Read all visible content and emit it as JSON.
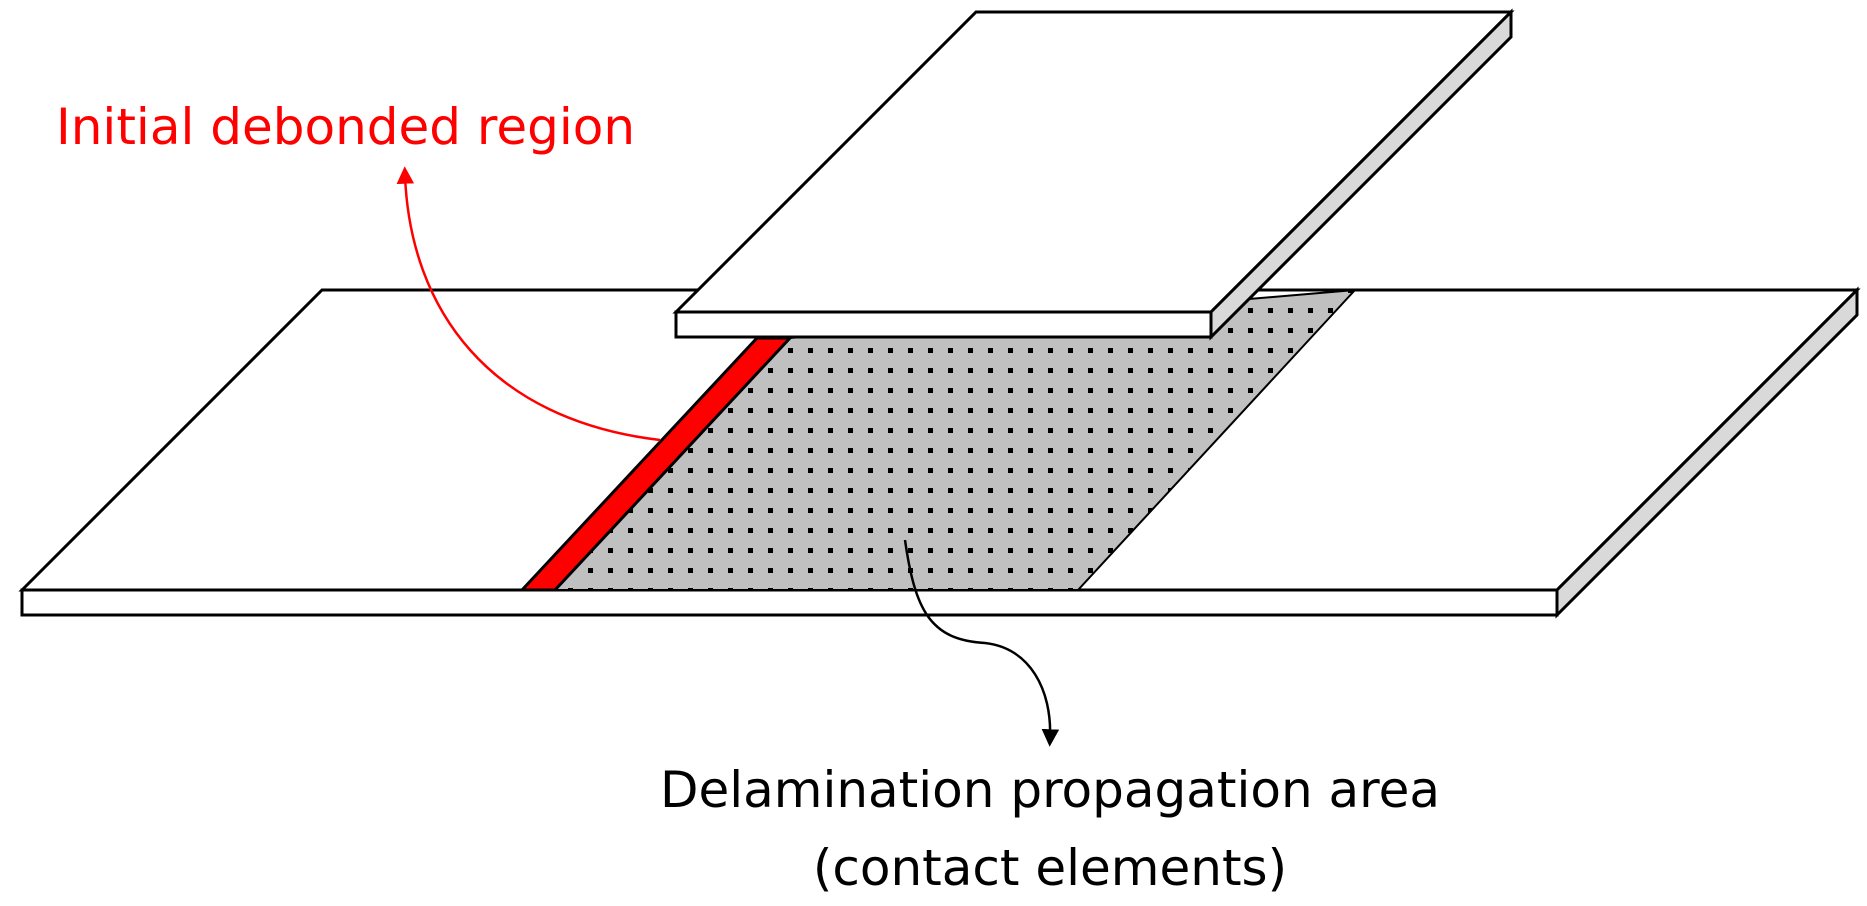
{
  "labels": {
    "initial_debonded_region": "Initial debonded region",
    "delamination_line1": "Delamination propagation area",
    "delamination_line2": "(contact elements)"
  },
  "colors": {
    "debond_strip": "#ff0000",
    "contact_area": "#c0c0c0",
    "contact_dots": "#000000",
    "plate_face": "#ffffff",
    "plate_edge": "#d9d9d9",
    "outline": "#000000",
    "red_annotation": "#ff0000"
  }
}
